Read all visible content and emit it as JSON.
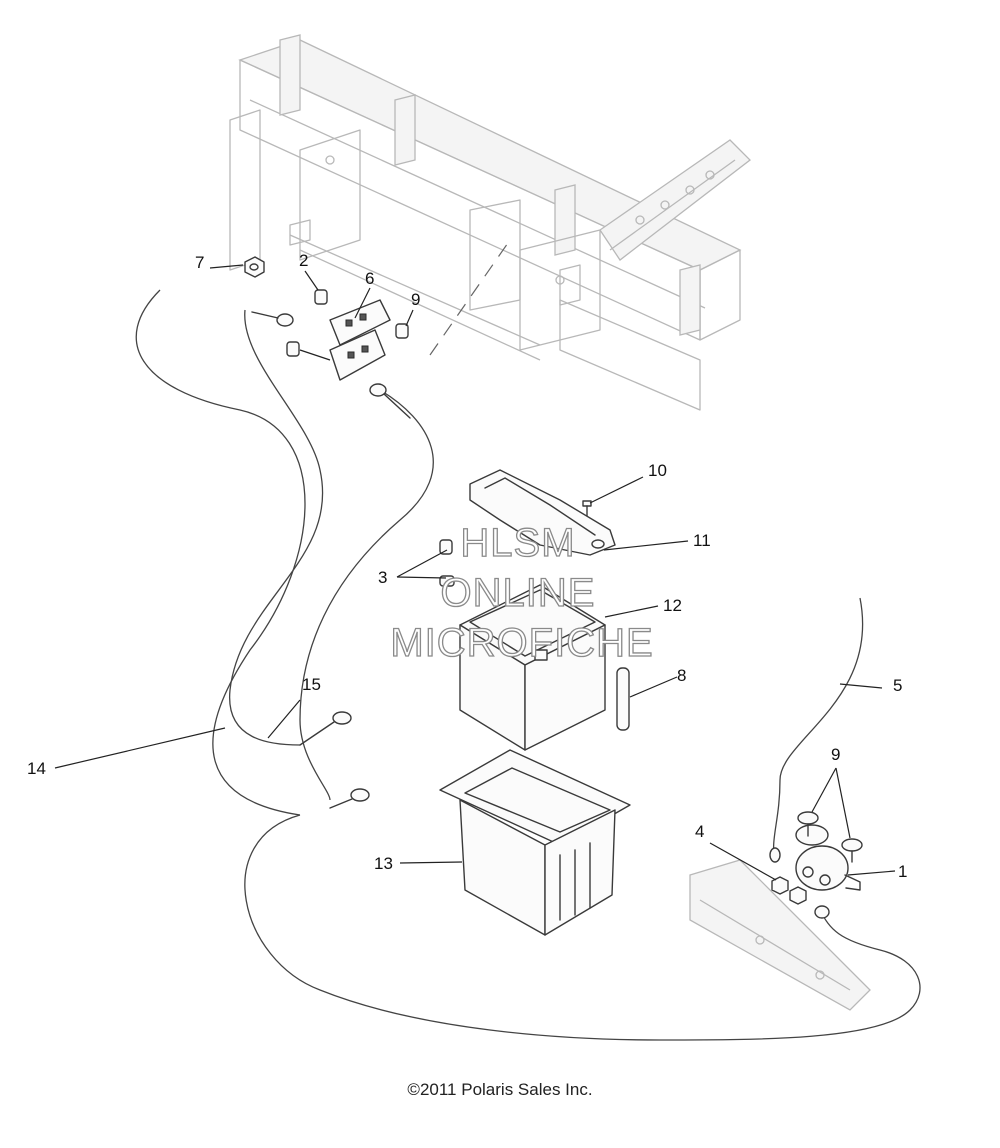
{
  "callouts": [
    {
      "id": "1",
      "label": "1"
    },
    {
      "id": "2",
      "label": "2"
    },
    {
      "id": "3",
      "label": "3"
    },
    {
      "id": "4",
      "label": "4"
    },
    {
      "id": "5",
      "label": "5"
    },
    {
      "id": "6",
      "label": "6"
    },
    {
      "id": "7",
      "label": "7"
    },
    {
      "id": "8",
      "label": "8"
    },
    {
      "id": "9a",
      "label": "9"
    },
    {
      "id": "9b",
      "label": "9"
    },
    {
      "id": "10",
      "label": "10"
    },
    {
      "id": "11",
      "label": "11"
    },
    {
      "id": "12",
      "label": "12"
    },
    {
      "id": "13",
      "label": "13"
    },
    {
      "id": "14",
      "label": "14"
    },
    {
      "id": "15",
      "label": "15"
    }
  ],
  "watermark": {
    "line1": "HLSM",
    "line2": "ONLINE",
    "line3": "MICROFICHE"
  },
  "copyright": "©2011 Polaris Sales Inc."
}
